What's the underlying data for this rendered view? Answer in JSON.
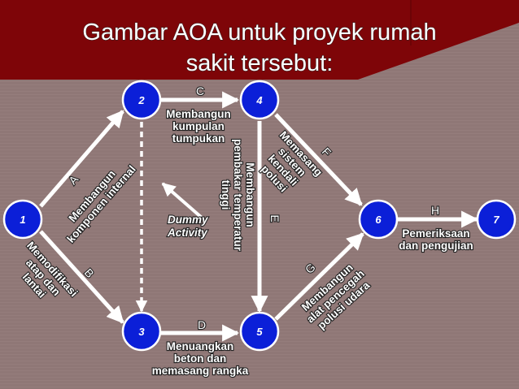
{
  "title_line1": "Gambar AOA untuk proyek rumah",
  "title_line2": "sakit tersebut:",
  "colors": {
    "background": "#8f7776",
    "banner": "#7e0508",
    "node_fill": "#0b1fd8",
    "node_stroke": "#ffffff",
    "arrow": "#ffffff"
  },
  "nodes": [
    {
      "id": "1",
      "label": "1"
    },
    {
      "id": "2",
      "label": "2"
    },
    {
      "id": "3",
      "label": "3"
    },
    {
      "id": "4",
      "label": "4"
    },
    {
      "id": "5",
      "label": "5"
    },
    {
      "id": "6",
      "label": "6"
    },
    {
      "id": "7",
      "label": "7"
    }
  ],
  "activities": {
    "A": {
      "letter": "A",
      "desc_line1": "Membangun",
      "desc_line2": "komponen internal"
    },
    "B": {
      "letter": "B",
      "desc_line1": "Memodifikasi",
      "desc_line2": "atap dan",
      "desc_line3": "lantai"
    },
    "C": {
      "letter": "C",
      "desc_line1": "Membangun",
      "desc_line2": "kumpulan",
      "desc_line3": "tumpukan"
    },
    "D": {
      "letter": "D",
      "desc_line1": "Menuangkan",
      "desc_line2": "beton dan",
      "desc_line3": "memasang rangka"
    },
    "E": {
      "letter": "E",
      "desc_line1": "Membangun",
      "desc_line2": "pembakar temperatur",
      "desc_line3": "tinggi"
    },
    "F": {
      "letter": "F",
      "desc_line1": "Memasang",
      "desc_line2": "sistem",
      "desc_line3": "kendali",
      "desc_line4": "polusi"
    },
    "G": {
      "letter": "G",
      "desc_line1": "Membangun",
      "desc_line2": "alat pencegah",
      "desc_line3": "polusi udara"
    },
    "H": {
      "letter": "H",
      "desc_line1": "Pemeriksaan",
      "desc_line2": "dan pengujian"
    }
  },
  "dummy": {
    "line1": "Dummy",
    "line2": "Activity"
  }
}
